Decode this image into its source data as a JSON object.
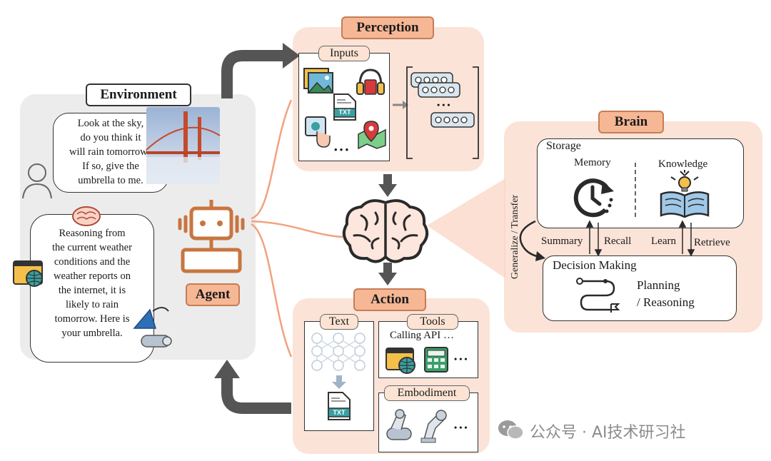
{
  "environment": {
    "title": "Environment",
    "bubble_top": [
      "Look at the sky,",
      "do you think it",
      "will rain tomorrow?",
      "If so, give the",
      "umbrella to me."
    ],
    "bubble_bottom": [
      "Reasoning from",
      "the current weather",
      "conditions and the",
      "weather reports on",
      "the internet, it is",
      "likely to rain",
      "tomorrow. Here is",
      "your umbrella."
    ]
  },
  "agent": {
    "label": "Agent"
  },
  "perception": {
    "title": "Perception",
    "inputs_label": "Inputs",
    "file_badge": "TXT",
    "ellipsis": "• • •",
    "vector_ellipsis": "• • •"
  },
  "action": {
    "title": "Action",
    "text_label": "Text",
    "file_badge": "TXT",
    "tools_label": "Tools",
    "tools_caption": "Calling API …",
    "tools_ellipsis": "• • •",
    "embodiment_label": "Embodiment",
    "embodiment_ellipsis": "• • •"
  },
  "brain": {
    "title": "Brain",
    "storage_label": "Storage",
    "memory_label": "Memory",
    "knowledge_label": "Knowledge",
    "summary_label": "Summary",
    "recall_label": "Recall",
    "learn_label": "Learn",
    "retrieve_label": "Retrieve",
    "generalize_label": "Generalize / Transfer",
    "decision_label": "Decision Making",
    "planning_label": "Planning",
    "reasoning_label": "/ Reasoning"
  },
  "watermark": {
    "text": "公众号 · AI技术研习社"
  },
  "colors": {
    "accent": "#f6b795",
    "panel": "#fbe3d8",
    "agent": "#c8753f",
    "arrow": "#555555",
    "connector": "#f2a27e"
  }
}
